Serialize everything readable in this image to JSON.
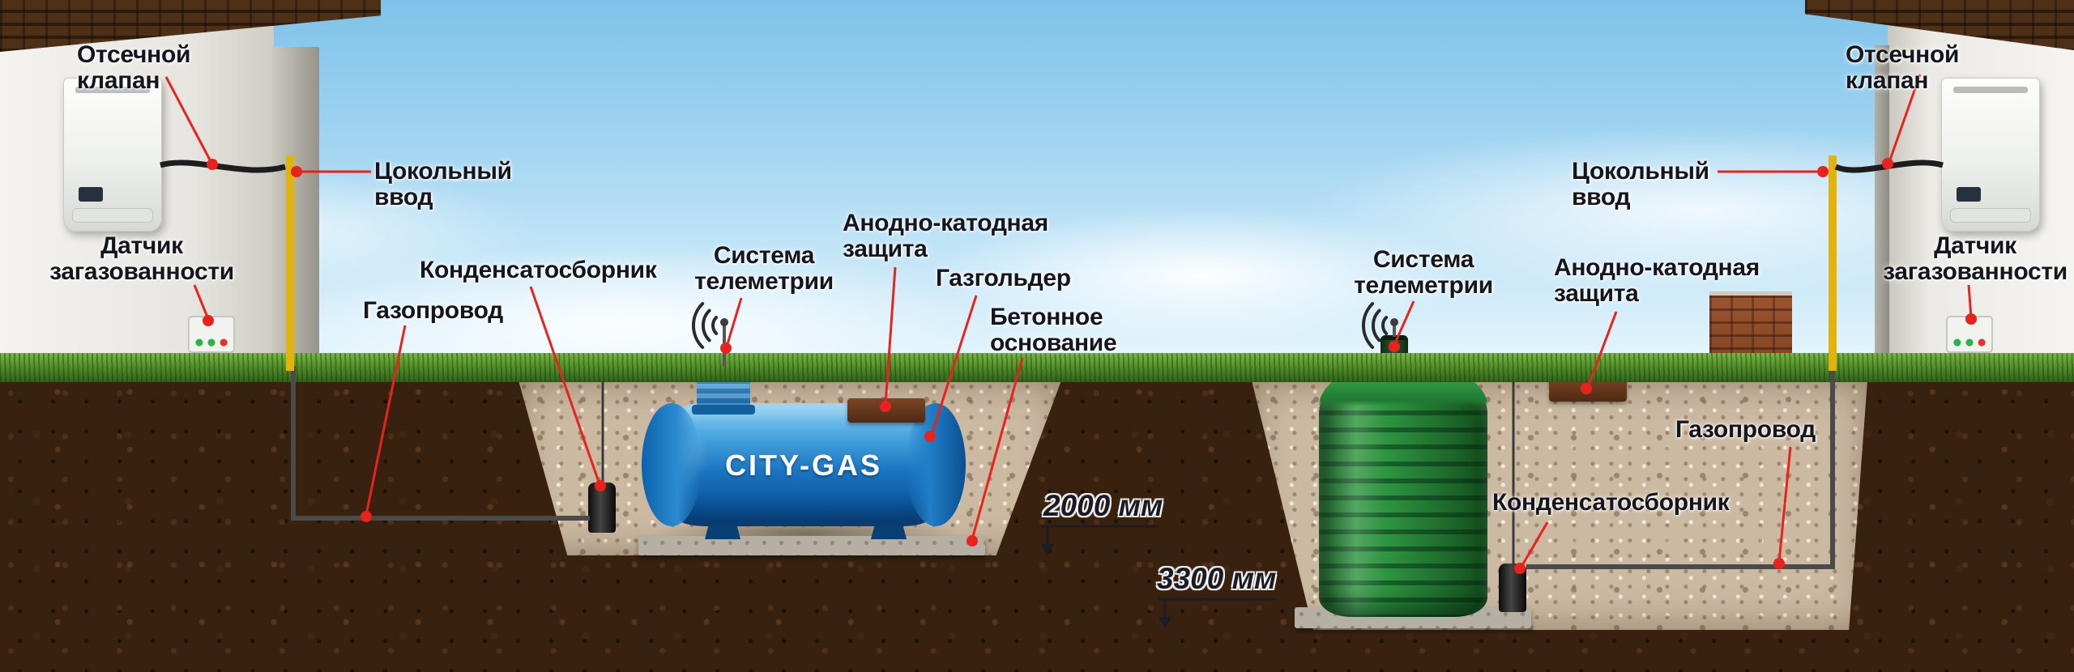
{
  "colors": {
    "accent_red": "#e8231e",
    "label_text": "#15151e",
    "tank_blue": "#1b74c0",
    "tank_green": "#2e9440",
    "pipe_yellow": "#e3b20b"
  },
  "left": {
    "shutoff_valve": "Отсечной клапан",
    "gas_sensor": "Датчик\nзагазованности",
    "basement_inlet": "Цокольный ввод",
    "gas_pipeline": "Газопровод",
    "condensate_collector": "Конденсатосборник",
    "telemetry": "Система\nтелеметрии",
    "anode_cathode_protection": "Анодно-катодная\nзащита",
    "gasholder": "Газгольдер",
    "concrete_base": "Бетонное\nоснование",
    "depth": "2000 мм",
    "tank_brand": "CITY-GAS"
  },
  "right": {
    "telemetry": "Система\nтелеметрии",
    "anode_cathode_protection": "Анодно-катодная\nзащита",
    "basement_inlet": "Цокольный ввод",
    "shutoff_valve": "Отсечной клапан",
    "gas_sensor": "Датчик\nзагазованности",
    "gas_pipeline": "Газопровод",
    "condensate_collector": "Конденсатосборник",
    "depth": "3300 мм"
  }
}
